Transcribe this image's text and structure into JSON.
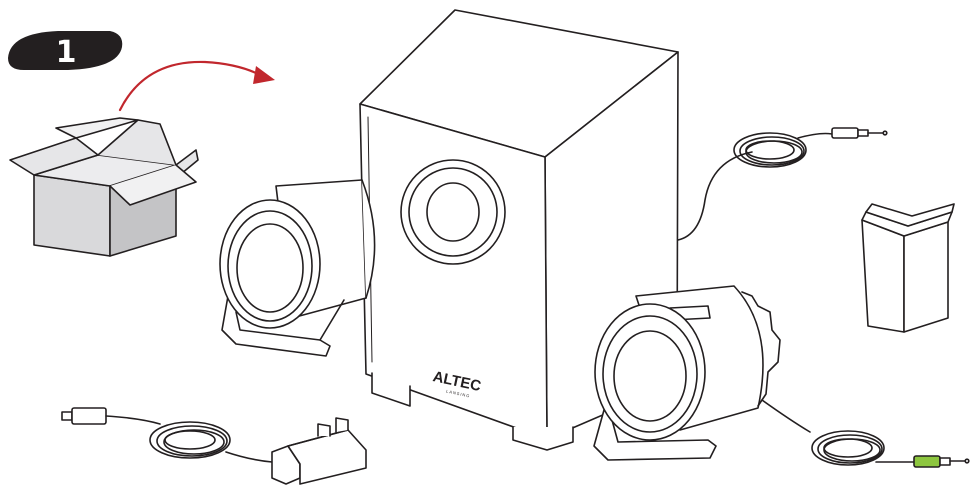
{
  "step": {
    "number": "1",
    "badge_color": "#231f20",
    "arrow_color": "#c1272d"
  },
  "subwoofer": {
    "brand": "ALTEC",
    "brand_sub": "LANSING"
  },
  "colors": {
    "line": "#231f20",
    "box_fill": "#d9d9db",
    "box_side": "#c4c4c6",
    "jack_green": "#8dc63f"
  },
  "icons": [
    "open-box-icon",
    "subwoofer-icon",
    "satellite-speaker-icon",
    "power-adapter-icon",
    "audio-cable-icon",
    "manual-icon"
  ]
}
